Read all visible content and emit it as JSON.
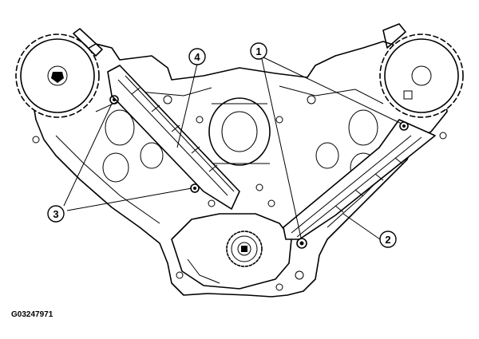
{
  "figure_id": "G03247971",
  "callouts": {
    "c1": "1",
    "c2": "2",
    "c3": "3",
    "c4": "4"
  }
}
